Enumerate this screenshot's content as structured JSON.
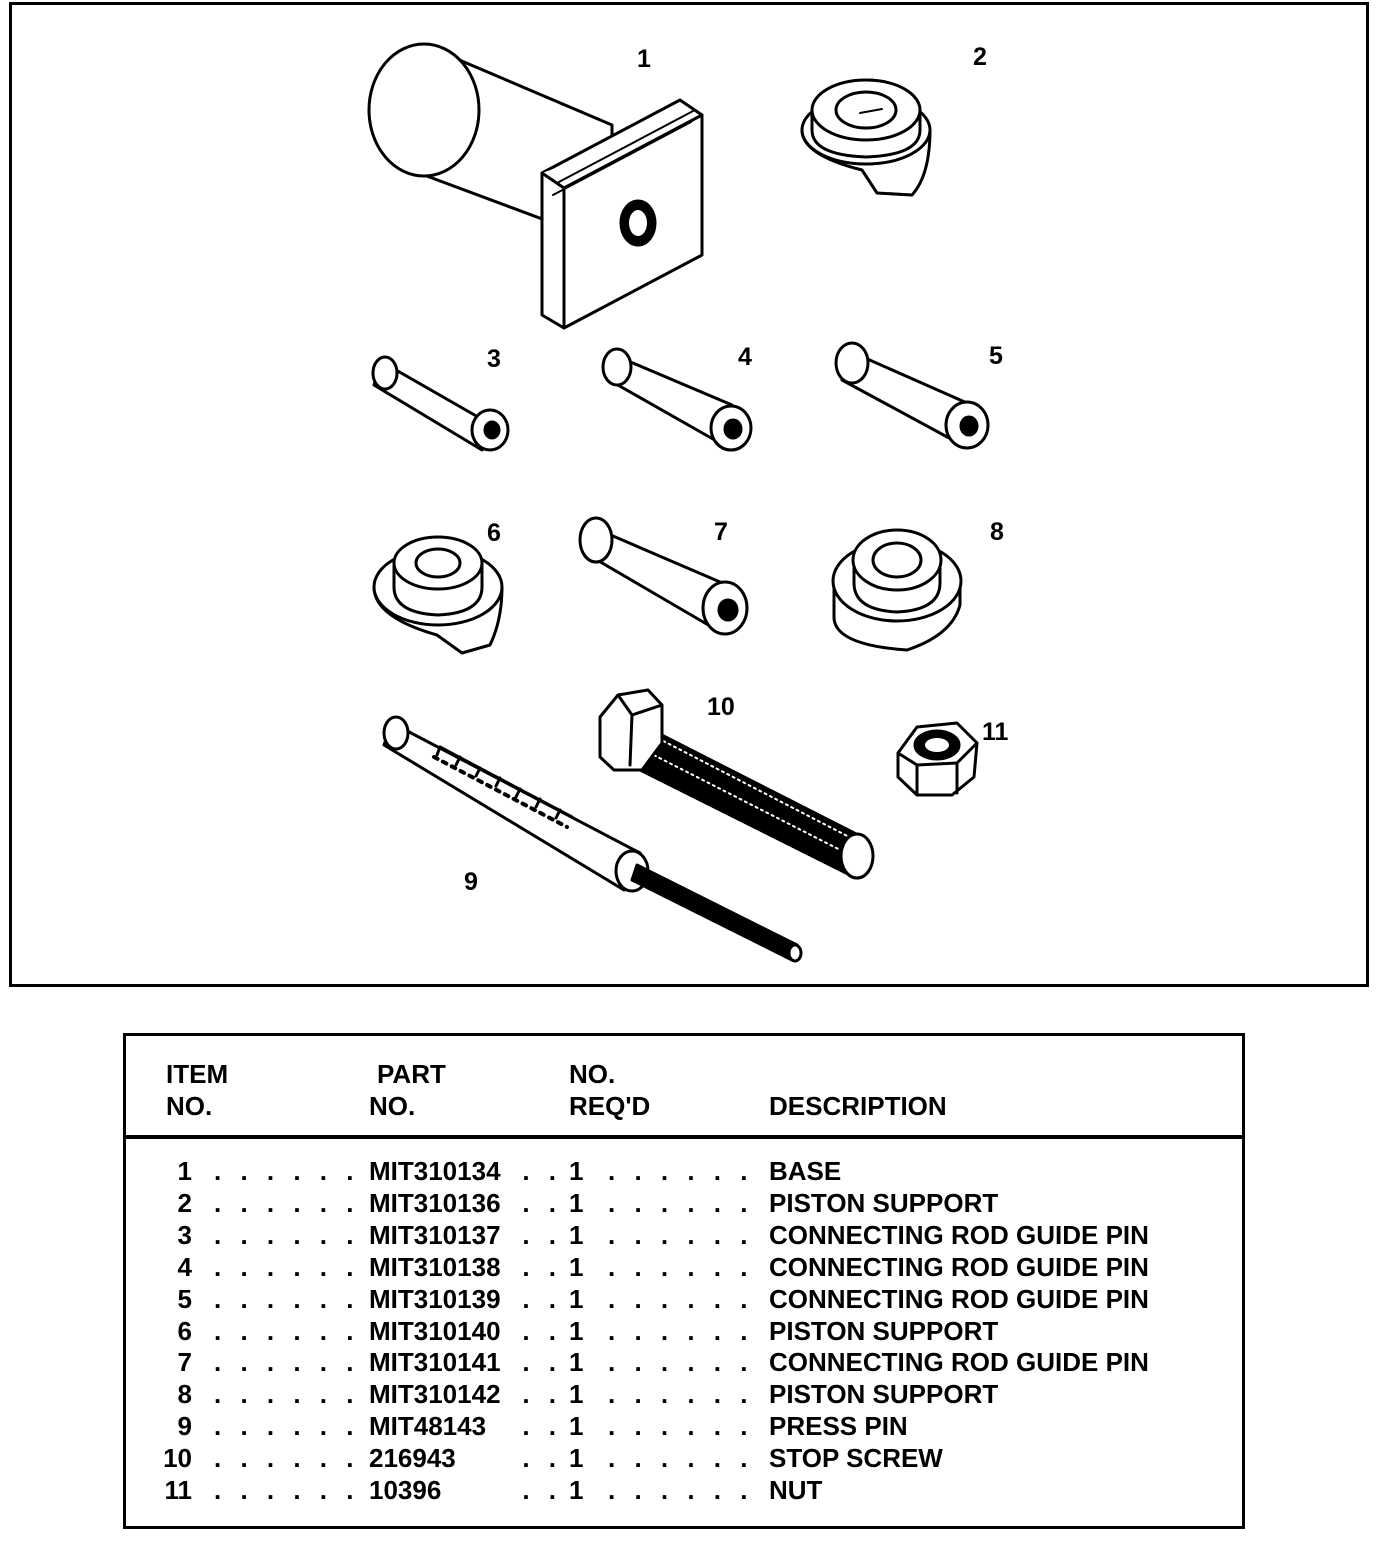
{
  "figure": {
    "callouts": [
      "1",
      "2",
      "3",
      "4",
      "5",
      "6",
      "7",
      "8",
      "9",
      "10",
      "11"
    ]
  },
  "table": {
    "headers": {
      "item": [
        "ITEM",
        "NO."
      ],
      "part": [
        "PART",
        "NO."
      ],
      "qty": [
        "NO.",
        "REQ'D"
      ],
      "desc": "DESCRIPTION"
    },
    "rows": [
      {
        "item": "1",
        "part": "MIT310134",
        "qty": "1",
        "desc": "BASE"
      },
      {
        "item": "2",
        "part": "MIT310136",
        "qty": "1",
        "desc": "PISTON SUPPORT"
      },
      {
        "item": "3",
        "part": "MIT310137",
        "qty": "1",
        "desc": "CONNECTING ROD GUIDE PIN"
      },
      {
        "item": "4",
        "part": "MIT310138",
        "qty": "1",
        "desc": "CONNECTING ROD GUIDE PIN"
      },
      {
        "item": "5",
        "part": "MIT310139",
        "qty": "1",
        "desc": "CONNECTING ROD GUIDE PIN"
      },
      {
        "item": "6",
        "part": "MIT310140",
        "qty": "1",
        "desc": "PISTON SUPPORT"
      },
      {
        "item": "7",
        "part": "MIT310141",
        "qty": "1",
        "desc": "CONNECTING ROD GUIDE PIN"
      },
      {
        "item": "8",
        "part": "MIT310142",
        "qty": "1",
        "desc": "PISTON SUPPORT"
      },
      {
        "item": "9",
        "part": "MIT48143",
        "qty": "1",
        "desc": "PRESS PIN"
      },
      {
        "item": "10",
        "part": "216943",
        "qty": "1",
        "desc": "STOP SCREW"
      },
      {
        "item": "11",
        "part": "10396",
        "qty": "1",
        "desc": "NUT"
      }
    ]
  }
}
